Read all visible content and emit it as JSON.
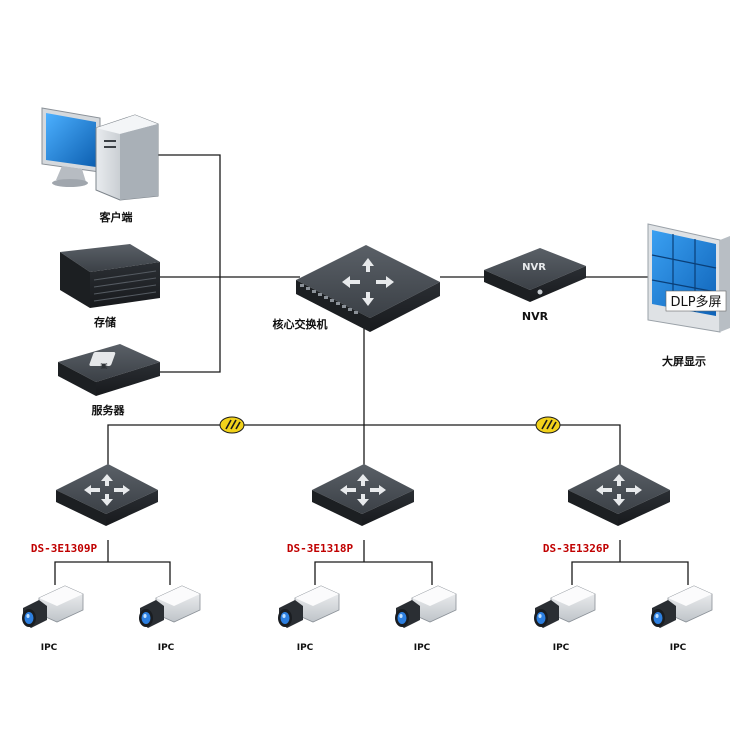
{
  "nodes": {
    "client": "客户端",
    "storage": "存储",
    "server": "服务器",
    "core_switch": "核心交换机",
    "nvr": "NVR",
    "nvr_panel": "NVR",
    "screen": "大屏显示",
    "screen_panel": "DLP多屏"
  },
  "access_switches": [
    {
      "model": "DS-3E1309P",
      "cameras": [
        "IPC",
        "IPC"
      ]
    },
    {
      "model": "DS-3E1318P",
      "cameras": [
        "IPC",
        "IPC"
      ]
    },
    {
      "model": "DS-3E1326P",
      "cameras": [
        "IPC",
        "IPC"
      ]
    }
  ],
  "colors": {
    "line": "#1a1a1a",
    "model_text": "#c00000",
    "device_dark": "#2f3338",
    "device_top": "#4a4f55",
    "screen_blue": "#1c7fd6",
    "fiber_marker": "#f2d21a"
  }
}
